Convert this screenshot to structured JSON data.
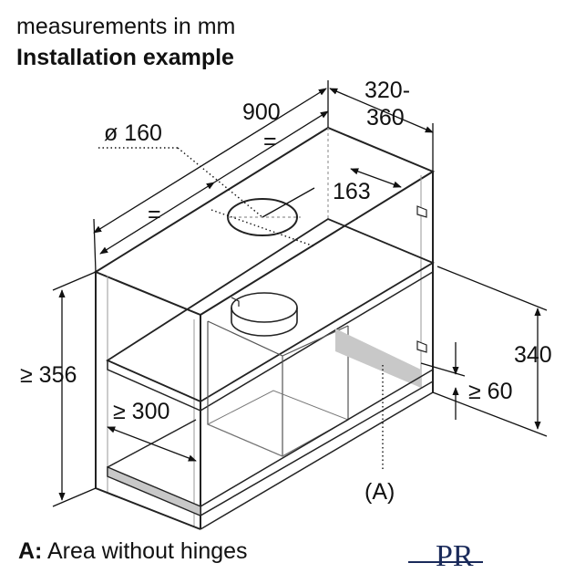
{
  "header": {
    "units": "measurements in mm",
    "title": "Installation example"
  },
  "dimensions": {
    "width": "900",
    "depth_top": "320-",
    "depth_bottom": "360",
    "diameter": "ø 160",
    "equal_top": "=",
    "equal_left": "=",
    "offset": "163",
    "height": "≥ 356",
    "shelf_depth": "≥ 300",
    "side_height": "340",
    "gap": "≥ 60"
  },
  "callout": {
    "label": "(A)"
  },
  "footnote": {
    "key": "A:",
    "text": " Area without hinges"
  },
  "logo": {
    "text": "PR"
  }
}
